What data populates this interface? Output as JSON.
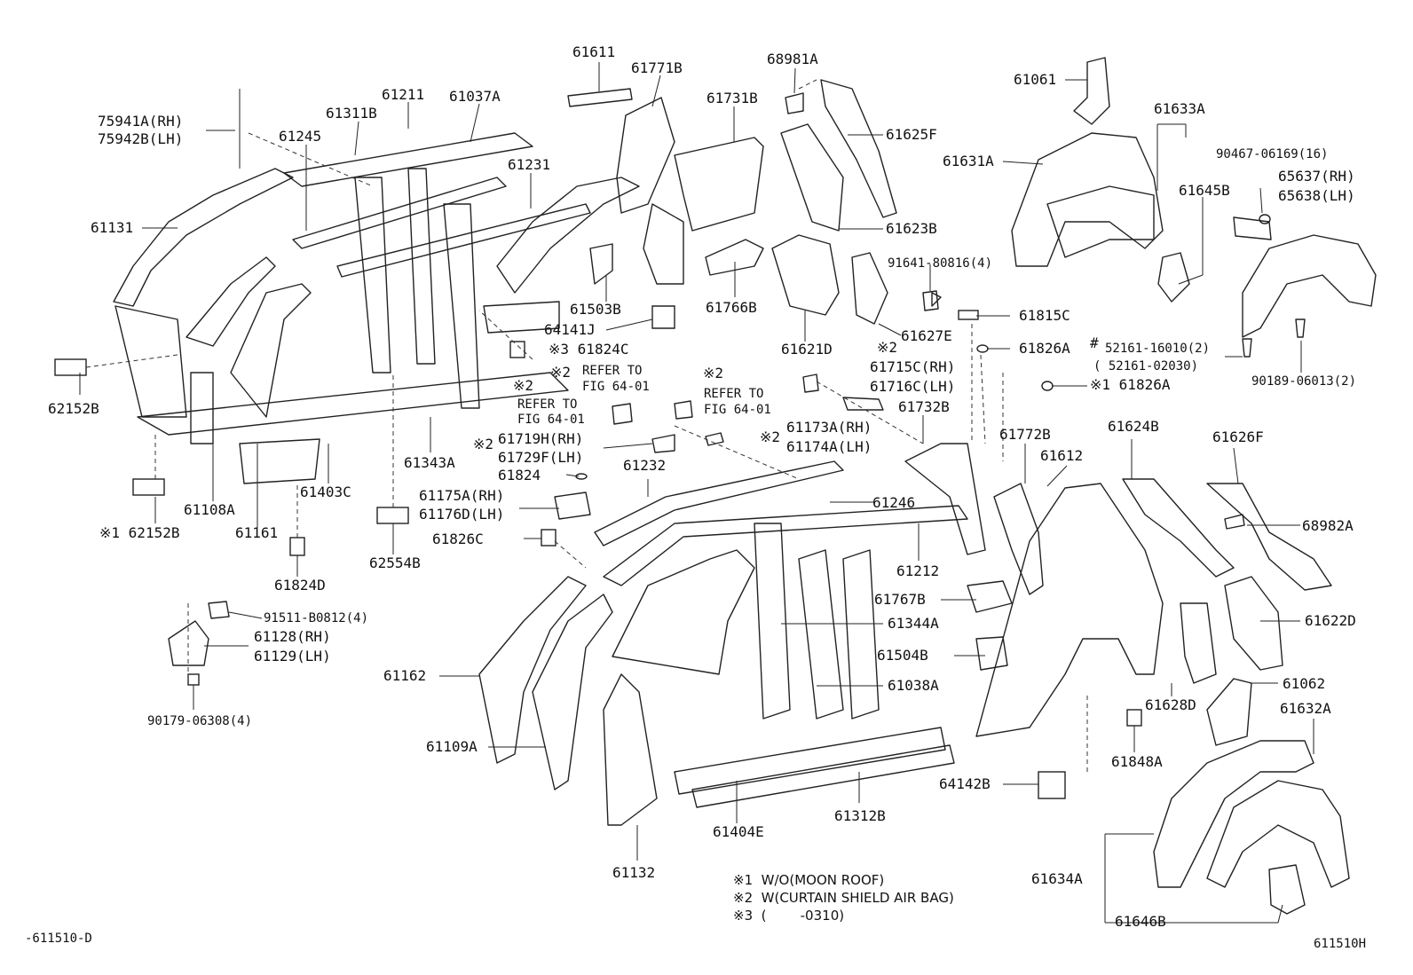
{
  "parts": [
    {
      "key": "p61611",
      "label": "61611"
    },
    {
      "key": "p61771B",
      "label": "61771B"
    },
    {
      "key": "p68981A",
      "label": "68981A"
    },
    {
      "key": "p61061",
      "label": "61061"
    },
    {
      "key": "p61633A",
      "label": "61633A"
    },
    {
      "key": "p61211",
      "label": "61211"
    },
    {
      "key": "p61037A",
      "label": "61037A"
    },
    {
      "key": "p61731B",
      "label": "61731B"
    },
    {
      "key": "p75941A",
      "label": "75941A(RH)"
    },
    {
      "key": "p75942B",
      "label": "75942B(LH)"
    },
    {
      "key": "p61311B",
      "label": "61311B"
    },
    {
      "key": "p61245",
      "label": "61245"
    },
    {
      "key": "p61625F",
      "label": "61625F"
    },
    {
      "key": "p90467",
      "label": "90467-06169(16)"
    },
    {
      "key": "p61631A",
      "label": "61631A"
    },
    {
      "key": "p65637",
      "label": "65637(RH)"
    },
    {
      "key": "p65638",
      "label": "65638(LH)"
    },
    {
      "key": "p61231",
      "label": "61231"
    },
    {
      "key": "p61645B",
      "label": "61645B"
    },
    {
      "key": "p61131",
      "label": "61131"
    },
    {
      "key": "p61623B",
      "label": "61623B"
    },
    {
      "key": "p91641",
      "label": "91641-80816(4)"
    },
    {
      "key": "p61503B",
      "label": "61503B"
    },
    {
      "key": "p61766B",
      "label": "61766B"
    },
    {
      "key": "p61815C",
      "label": "61815C"
    },
    {
      "key": "p64141J",
      "label": "64141J"
    },
    {
      "key": "p61824C",
      "label": "※3 61824C"
    },
    {
      "key": "p61627E",
      "label": "61627E"
    },
    {
      "key": "p61621D",
      "label": "61621D"
    },
    {
      "key": "p61826A1",
      "label": "61826A"
    },
    {
      "key": "p52161a",
      "label": "52161-16010(2)"
    },
    {
      "key": "p52161b",
      "label": "( 52161-02030)"
    },
    {
      "key": "p90189",
      "label": "90189-06013(2)"
    },
    {
      "key": "p62152B",
      "label": "62152B"
    },
    {
      "key": "p61715C",
      "label": "61715C(RH)"
    },
    {
      "key": "p61716C",
      "label": "61716C(LH)"
    },
    {
      "key": "p61826A2",
      "label": "※1 61826A"
    },
    {
      "key": "p61173A",
      "label": "61173A(RH)"
    },
    {
      "key": "p61174A",
      "label": "61174A(LH)"
    },
    {
      "key": "p61343A",
      "label": "61343A"
    },
    {
      "key": "p61732B",
      "label": "61732B"
    },
    {
      "key": "p61719H",
      "label": "61719H(RH)"
    },
    {
      "key": "p61729F",
      "label": "61729F(LH)"
    },
    {
      "key": "p61772B",
      "label": "61772B"
    },
    {
      "key": "p61624B",
      "label": "61624B"
    },
    {
      "key": "p61108A",
      "label": "61108A"
    },
    {
      "key": "p61403C",
      "label": "61403C"
    },
    {
      "key": "p61232",
      "label": "61232"
    },
    {
      "key": "p61612",
      "label": "61612"
    },
    {
      "key": "p61626F",
      "label": "61626F"
    },
    {
      "key": "p61824",
      "label": "61824"
    },
    {
      "key": "p61175A",
      "label": "61175A(RH)"
    },
    {
      "key": "p61176D",
      "label": "61176D(LH)"
    },
    {
      "key": "p61246",
      "label": "61246"
    },
    {
      "key": "p62152B2",
      "label": "※1 62152B"
    },
    {
      "key": "p61161",
      "label": "61161"
    },
    {
      "key": "p62554B",
      "label": "62554B"
    },
    {
      "key": "p61826C",
      "label": "61826C"
    },
    {
      "key": "p61212",
      "label": "61212"
    },
    {
      "key": "p68982A",
      "label": "68982A"
    },
    {
      "key": "p61824D",
      "label": "61824D"
    },
    {
      "key": "p61767B",
      "label": "61767B"
    },
    {
      "key": "p91511",
      "label": "91511-B0812(4)"
    },
    {
      "key": "p61128",
      "label": "61128(RH)"
    },
    {
      "key": "p61129",
      "label": "61129(LH)"
    },
    {
      "key": "p61344A",
      "label": "61344A"
    },
    {
      "key": "p61622D",
      "label": "61622D"
    },
    {
      "key": "p61504B",
      "label": "61504B"
    },
    {
      "key": "p61162",
      "label": "61162"
    },
    {
      "key": "p61038A",
      "label": "61038A"
    },
    {
      "key": "p61062",
      "label": "61062"
    },
    {
      "key": "p61628D",
      "label": "61628D"
    },
    {
      "key": "p61632A",
      "label": "61632A"
    },
    {
      "key": "p90179",
      "label": "90179-06308(4)"
    },
    {
      "key": "p61109A",
      "label": "61109A"
    },
    {
      "key": "p61848A",
      "label": "61848A"
    },
    {
      "key": "p64142B",
      "label": "64142B"
    },
    {
      "key": "p61404E",
      "label": "61404E"
    },
    {
      "key": "p61312B",
      "label": "61312B"
    },
    {
      "key": "p61132",
      "label": "61132"
    },
    {
      "key": "p61634A",
      "label": "61634A"
    },
    {
      "key": "p61646B",
      "label": "61646B"
    }
  ],
  "markers": {
    "m2_a": "※2",
    "m2_b": "※2",
    "m2_c": "※2",
    "m2_d": "※2",
    "m2_e": "※2",
    "m2_f": "※2",
    "m3_a": "※3",
    "hash": "#"
  },
  "refs": {
    "ref_a1": "REFER TO",
    "ref_a2": "FIG 64-01",
    "ref_b1": "REFER TO",
    "ref_b2": "FIG 64-01",
    "ref_c1": "REFER TO",
    "ref_c2": "FIG 64-01"
  },
  "legend": {
    "note1": "※1  W/O(MOON ROOF)",
    "note2": "※2  W(CURTAIN SHIELD AIR BAG)",
    "note3": "※3  (        -0310)"
  },
  "codes": {
    "left": "-611510-D",
    "right": "611510H"
  }
}
